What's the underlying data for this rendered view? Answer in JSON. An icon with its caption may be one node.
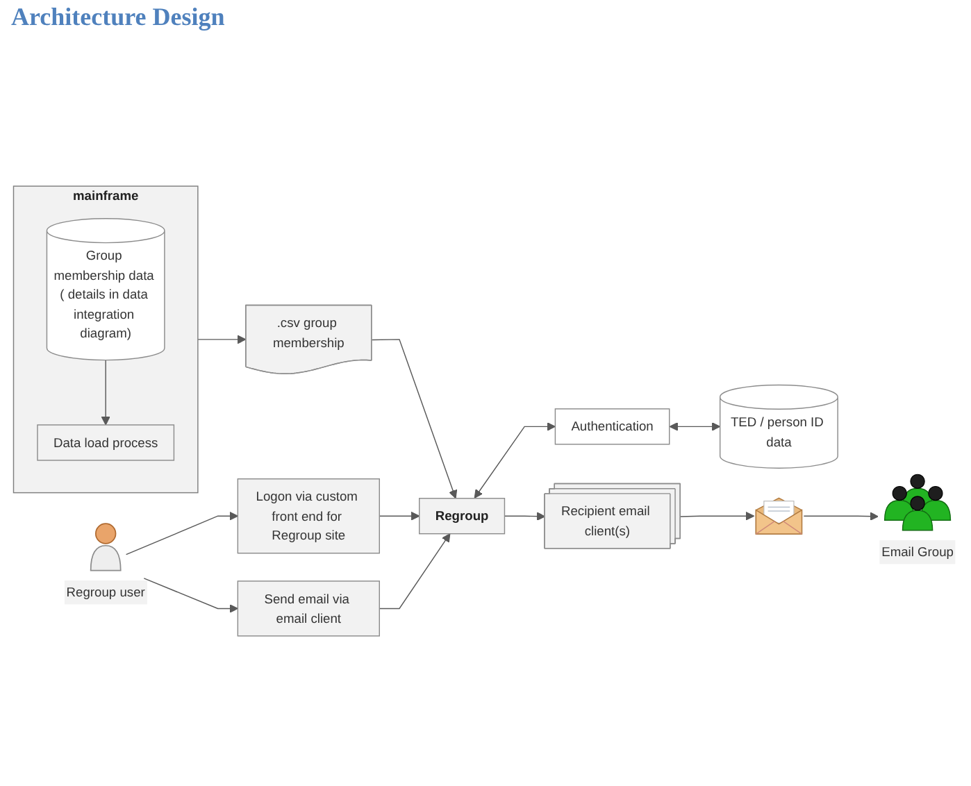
{
  "diagram": {
    "title": "Architecture Design",
    "nodes": [
      {
        "text": [
          "mainframe"
        ]
      },
      {
        "text": [
          "Group membership data ( details in data integration diagram)"
        ],
        "in": 0
      },
      {
        "text": [
          "Data load process"
        ],
        "in": 0
      },
      {
        "text": [
          ".csv group membership"
        ]
      },
      {
        "text": [
          "Regroup user"
        ]
      },
      {
        "text": [
          "Logon via custom front end for Regroup site"
        ]
      },
      {
        "text": [
          "Send email via email client"
        ]
      },
      {
        "text": [
          "Regroup"
        ]
      },
      {
        "text": [
          "Authentication"
        ]
      },
      {
        "text": [
          "TED / person ID data"
        ]
      },
      {
        "text": [
          "Recipient email client(s)"
        ]
      },
      {
        "text": [],
        "shape": "picture"
      },
      {
        "text": [
          "Email Group"
        ]
      }
    ],
    "edges": [
      {
        "from": 1,
        "to": 2,
        "arrow": "to"
      },
      {
        "from": 0,
        "to": 3,
        "arrow": "to"
      },
      {
        "from": 3,
        "to": 7,
        "arrow": "to"
      },
      {
        "from": 4,
        "to": 5,
        "arrow": "to"
      },
      {
        "from": 4,
        "to": 6,
        "arrow": "to"
      },
      {
        "from": 5,
        "to": 7,
        "arrow": "to"
      },
      {
        "from": 6,
        "to": 7,
        "arrow": "to"
      },
      {
        "from": 7,
        "to": 10,
        "arrow": "to"
      },
      {
        "from": 10,
        "to": 11,
        "arrow": "to"
      },
      {
        "from": 11,
        "to": 12,
        "arrow": "to"
      },
      {
        "from": 7,
        "to": 8,
        "arrow": "both"
      },
      {
        "from": 8,
        "to": 9,
        "arrow": "both"
      }
    ]
  }
}
